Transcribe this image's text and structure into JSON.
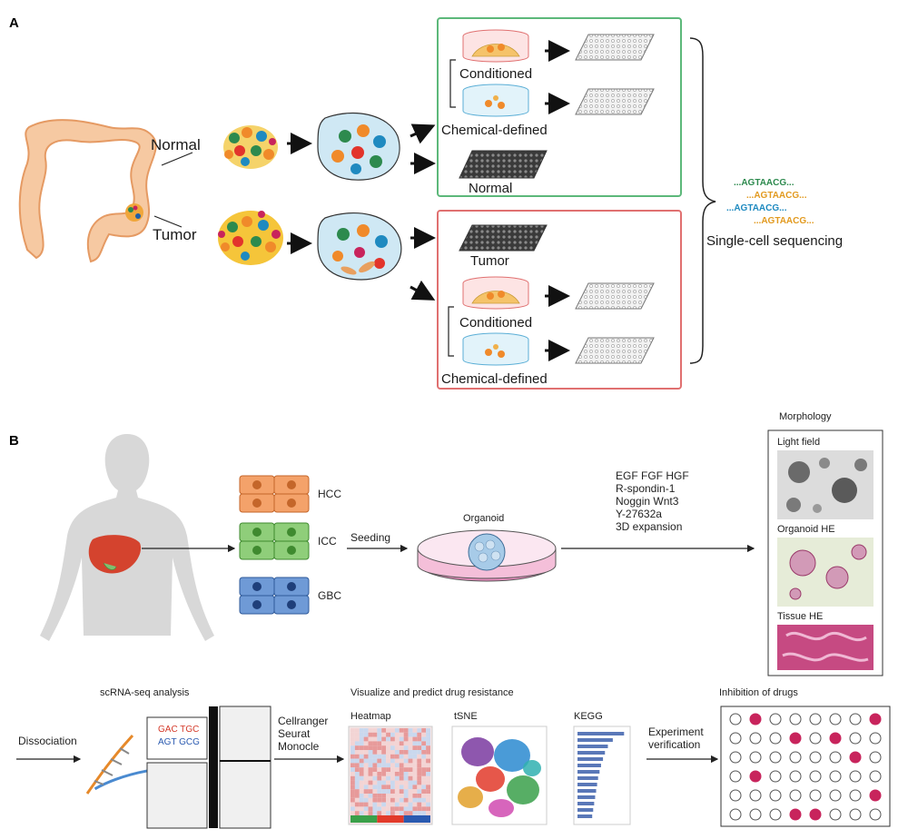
{
  "panel_a": {
    "letter": "A",
    "normal": "Normal",
    "tumor": "Tumor",
    "green_box": {
      "conditioned": "Conditioned",
      "chemical": "Chemical-defined",
      "normal": "Normal"
    },
    "red_box": {
      "tumor": "Tumor",
      "conditioned": "Conditioned",
      "chemical": "Chemical-defined"
    },
    "sequences": [
      "...AGTAACG...",
      "...AGTAACG...",
      "...AGTAACG...",
      "...AGTAACG..."
    ],
    "sequencing": "Single-cell sequencing"
  },
  "panel_b": {
    "letter": "B",
    "cell_types": [
      "HCC",
      "ICC",
      "GBC"
    ],
    "seeding": "Seeding",
    "organoid": "Organoid",
    "factors": [
      "EGF FGF HGF",
      "R-spondin-1",
      "Noggin Wnt3",
      "Y-27632a",
      "3D expansion"
    ],
    "morphology": {
      "title": "Morphology",
      "items": [
        "Light field",
        "Organoid HE",
        "Tissue HE"
      ]
    },
    "dissociation": "Dissociation",
    "scrna_title": "scRNA-seq analysis",
    "seq_top": "GAC TGC",
    "seq_bottom": "AGT GCG",
    "tools": [
      "Cellranger",
      "Seurat",
      "Monocle"
    ],
    "visualize_title": "Visualize and predict drug resistance",
    "plots": [
      "Heatmap",
      "tSNE",
      "KEGG"
    ],
    "experiment": [
      "Experiment",
      "verification"
    ],
    "inhibition_title": "Inhibition of drugs"
  },
  "colors": {
    "green_box": "#5cb87a",
    "red_box": "#e07070",
    "colon": "#f6c9a2",
    "colon_stroke": "#e59a63",
    "droplet": "#cfe8f4",
    "drug_hit": "#c8245c"
  },
  "kegg_bars": [
    0.95,
    0.72,
    0.62,
    0.56,
    0.52,
    0.48,
    0.45,
    0.42,
    0.4,
    0.38,
    0.36,
    0.34,
    0.32,
    0.3
  ],
  "drug_grid": {
    "rows": 6,
    "cols": 8,
    "hits": [
      [
        0,
        1
      ],
      [
        0,
        7
      ],
      [
        1,
        3
      ],
      [
        1,
        5
      ],
      [
        2,
        6
      ],
      [
        3,
        1
      ],
      [
        4,
        7
      ],
      [
        5,
        3
      ],
      [
        5,
        4
      ]
    ]
  }
}
